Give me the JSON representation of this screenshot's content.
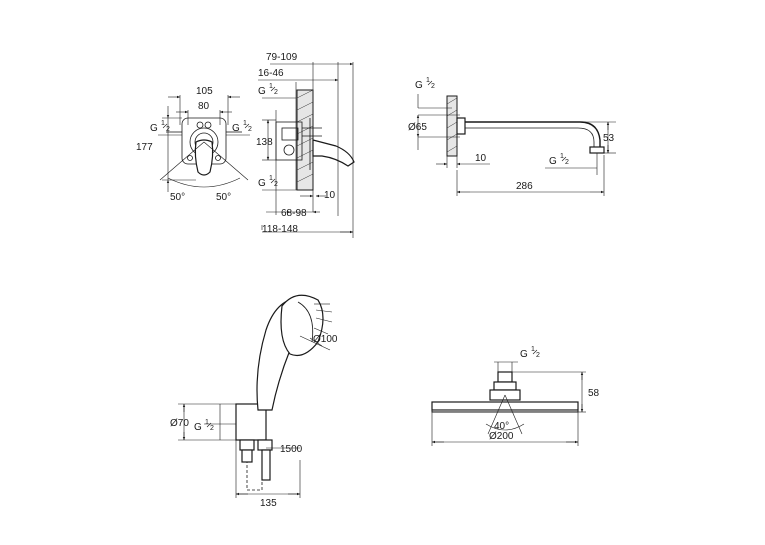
{
  "mixer": {
    "d105": "105",
    "d80": "80",
    "g_left": "G",
    "g_right": "G",
    "thread_frac": "1/2",
    "d177": "177",
    "angle_left": "50°",
    "angle_right": "50°",
    "d79_109": "79-109",
    "d16_46": "16-46",
    "g_side_top": "G",
    "d138": "138",
    "g_side_bottom": "G",
    "d10": "10",
    "d68_98": "68-98",
    "d118_148": "118-148"
  },
  "shower_arm": {
    "g_top": "G",
    "d65": "Ø65",
    "d10": "10",
    "g_end": "G",
    "d53": "53",
    "d286": "286"
  },
  "hand_shower": {
    "d100": "Ø100",
    "d70": "Ø70",
    "g": "G",
    "d1500": "1500",
    "d135": "135"
  },
  "head_shower": {
    "g": "G",
    "d58": "58",
    "angle": "40°",
    "d200": "Ø200"
  },
  "thread_num": "1",
  "thread_den": "2"
}
